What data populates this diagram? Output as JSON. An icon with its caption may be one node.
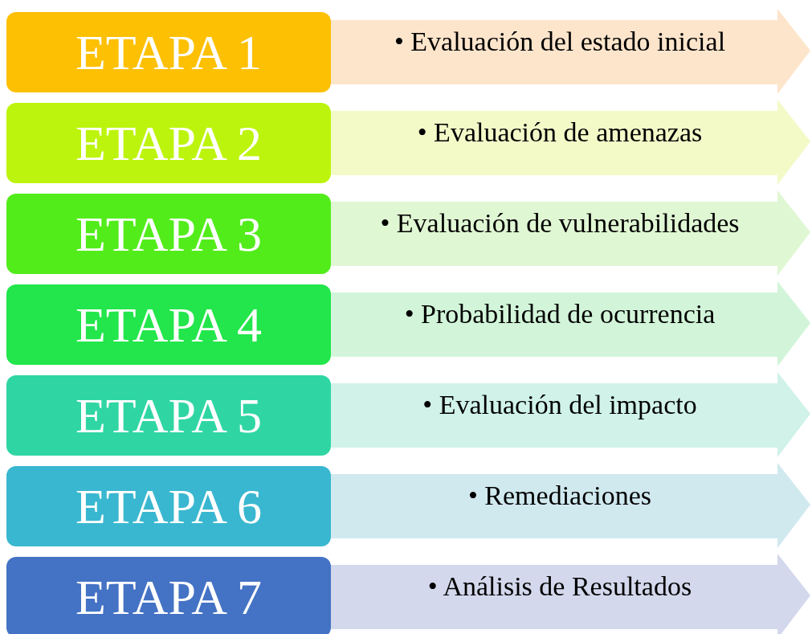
{
  "diagram": {
    "nodes": [
      {
        "text": [
          "ETAPA 1"
        ]
      },
      {
        "text": [
          "• Evaluación del estado inicial"
        ]
      },
      {
        "text": [
          "ETAPA 2"
        ]
      },
      {
        "text": [
          "• Evaluación de amenazas"
        ]
      },
      {
        "text": [
          "ETAPA 3"
        ]
      },
      {
        "text": [
          "• Evaluación de vulnerabilidades"
        ]
      },
      {
        "text": [
          "ETAPA 4"
        ]
      },
      {
        "text": [
          "• Probabilidad de ocurrencia"
        ]
      },
      {
        "text": [
          "ETAPA 5"
        ]
      },
      {
        "text": [
          "• Evaluación del impacto"
        ]
      },
      {
        "text": [
          "ETAPA 6"
        ]
      },
      {
        "text": [
          "• Remediaciones"
        ]
      },
      {
        "text": [
          "ETAPA 7"
        ]
      },
      {
        "text": [
          "• Análisis de Resultados"
        ]
      }
    ]
  }
}
